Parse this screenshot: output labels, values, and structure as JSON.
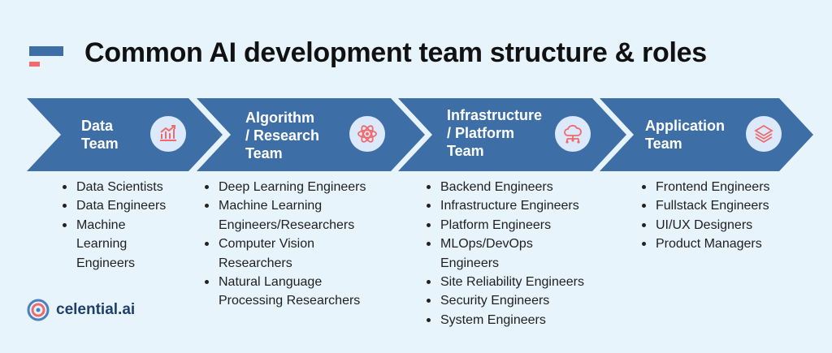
{
  "title": "Common AI development team structure & roles",
  "brand": {
    "name": "celential.ai"
  },
  "colors": {
    "chevron": "#3d6fa6",
    "accent": "#ef6b6b",
    "icon_bg": "#dce9fb",
    "background": "#e8f4fc"
  },
  "stages": [
    {
      "title": "Data\nTeam",
      "icon": "chart-trend-icon",
      "roles": [
        "Data Scientists",
        "Data Engineers",
        "Machine Learning Engineers"
      ]
    },
    {
      "title": "Algorithm\n/ Research\nTeam",
      "icon": "atom-icon",
      "roles": [
        "Deep Learning Engineers",
        "Machine Learning Engineers/Researchers",
        "Computer Vision Researchers",
        "Natural Language Processing Researchers"
      ]
    },
    {
      "title": "Infrastructure\n/ Platform\nTeam",
      "icon": "cloud-network-icon",
      "roles": [
        "Backend Engineers",
        "Infrastructure Engineers",
        "Platform Engineers",
        "MLOps/DevOps Engineers",
        "Site Reliability Engineers",
        "Security Engineers",
        "System Engineers"
      ]
    },
    {
      "title": "Application\nTeam",
      "icon": "layers-icon",
      "roles": [
        "Frontend Engineers",
        "Fullstack Engineers",
        "UI/UX Designers",
        "Product Managers"
      ]
    }
  ]
}
